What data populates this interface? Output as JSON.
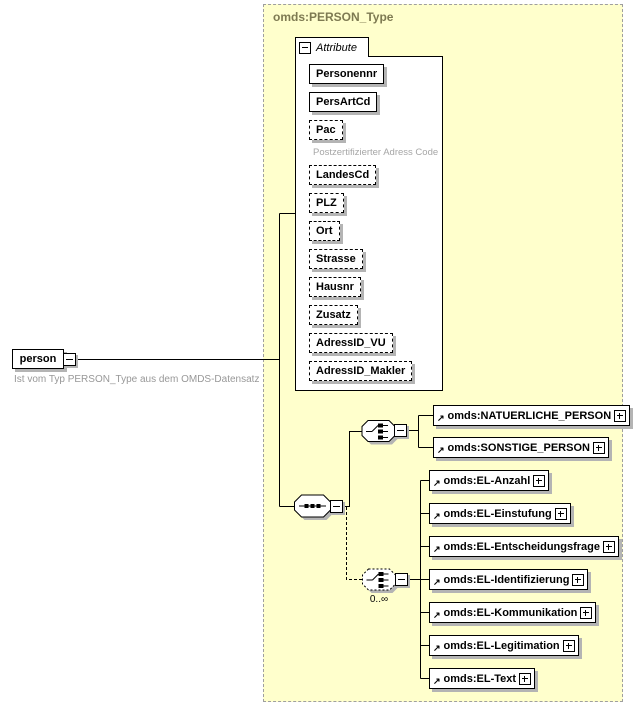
{
  "container": {
    "type_label": "omds:PERSON_Type"
  },
  "person": {
    "label": "person",
    "annotation": "Ist vom Typ PERSON_Type aus dem OMDS-Datensatz"
  },
  "attribute_panel": {
    "title": "Attribute",
    "items": [
      {
        "name": "Personennr",
        "use": "required"
      },
      {
        "name": "PersArtCd",
        "use": "required"
      },
      {
        "name": "Pac",
        "use": "optional",
        "note": "Postzertifizierter Adress Code"
      },
      {
        "name": "LandesCd",
        "use": "optional"
      },
      {
        "name": "PLZ",
        "use": "optional"
      },
      {
        "name": "Ort",
        "use": "optional"
      },
      {
        "name": "Strasse",
        "use": "optional"
      },
      {
        "name": "Hausnr",
        "use": "optional"
      },
      {
        "name": "Zusatz",
        "use": "optional"
      },
      {
        "name": "AdressID_VU",
        "use": "optional"
      },
      {
        "name": "AdressID_Makler",
        "use": "optional"
      }
    ]
  },
  "choice_person": {
    "elements": [
      {
        "name": "omds:NATUERLICHE_PERSON"
      },
      {
        "name": "omds:SONSTIGE_PERSON"
      }
    ]
  },
  "choice_el": {
    "occurrence": "0..∞",
    "elements": [
      {
        "name": "omds:EL-Anzahl"
      },
      {
        "name": "omds:EL-Einstufung"
      },
      {
        "name": "omds:EL-Entscheidungsfrage"
      },
      {
        "name": "omds:EL-Identifizierung"
      },
      {
        "name": "omds:EL-Kommunikation"
      },
      {
        "name": "omds:EL-Legitimation"
      },
      {
        "name": "omds:EL-Text"
      }
    ]
  },
  "icons": {
    "reference": "↗",
    "collapse": "minus",
    "expand": "plus"
  },
  "colors": {
    "container_bg": "#ffffcc",
    "type_label": "#7e7a52",
    "shadow": "#b4b4b4",
    "annotation_text": "#989898"
  }
}
